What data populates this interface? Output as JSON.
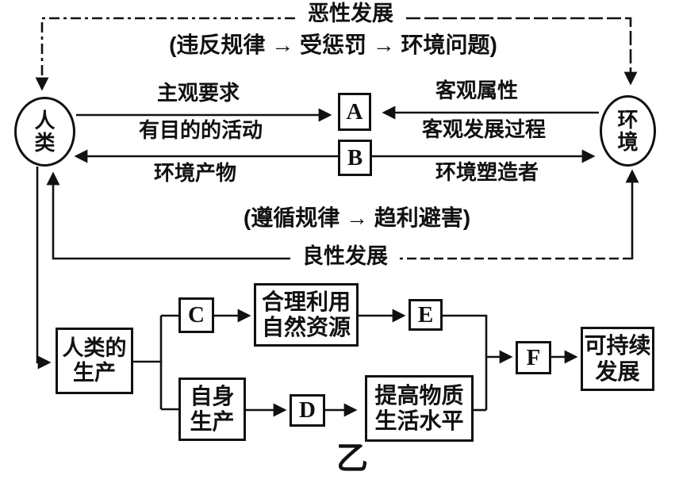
{
  "colors": {
    "ink": "#111111",
    "background": "#ffffff"
  },
  "figure_label": "乙",
  "top_diagram": {
    "human_node": "人\n类",
    "environment_node": "环\n境",
    "box_a": "A",
    "box_b": "B",
    "negative_loop": {
      "title": "恶性发展",
      "detail": "(违反规律 → 受惩罚 → 环境问题)"
    },
    "positive_loop": {
      "title": "良性发展",
      "detail": "(遵循规律 → 趋利避害)"
    },
    "labels": {
      "subjective_demand": "主观要求",
      "purposeful_activity": "有目的的活动",
      "environment_product": "环境产物",
      "objective_attribute": "客观属性",
      "objective_development": "客观发展过程",
      "environment_shaper": "环境塑造者"
    }
  },
  "bottom_diagram": {
    "human_production": "人类的\n生产",
    "box_c": "C",
    "box_d": "D",
    "box_e": "E",
    "box_f": "F",
    "rational_use": "合理利用\n自然资源",
    "self_production": "自身\n生产",
    "improve_living": "提高物质\n生活水平",
    "sustainable": "可持续\n发展"
  }
}
